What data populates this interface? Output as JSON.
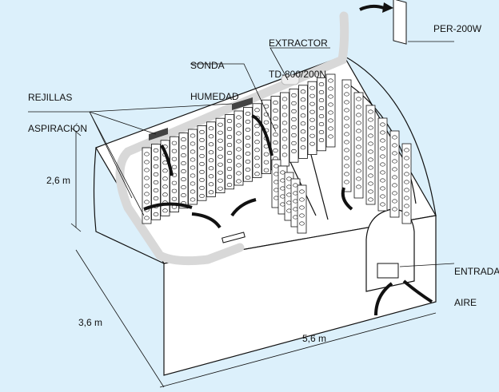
{
  "labels": {
    "rejillas_line1": "REJILLAS",
    "rejillas_line2": "ASPIRACIÓN",
    "sonda_line1": "SONDA",
    "sonda_line2": "HUMEDAD",
    "extractor_line1": "EXTRACTOR",
    "extractor_line2": "TD-800/200N",
    "per": "PER-200W",
    "entrada_line1": "ENTRADA",
    "entrada_line2": "AIRE"
  },
  "dimensions": {
    "height": "2,6 m",
    "depth": "3,6 m",
    "width": "5,6 m"
  },
  "colors": {
    "background": "#dcf0fb",
    "line": "#111111",
    "duct": "#e6e6e6",
    "room": "#ffffff"
  }
}
